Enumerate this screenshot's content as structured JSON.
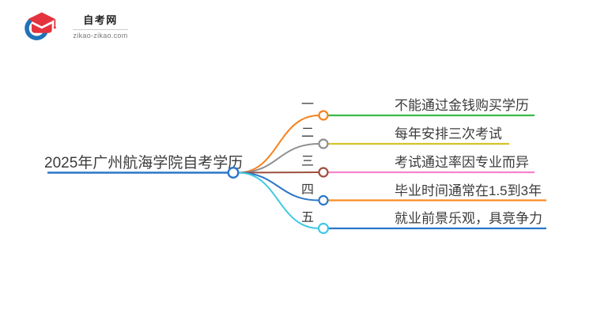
{
  "logo": {
    "title": "自考网",
    "domain": "zikao-zikao.com",
    "crescent_color": "#2173B8",
    "cap_color": "#E4333F"
  },
  "central": {
    "label": "2025年广州航海学院自考学历",
    "color": "#2B77C9",
    "text_color": "#3C3C3C"
  },
  "branches": [
    {
      "index": "一",
      "label": "不能通过金钱购买学历",
      "node_color": "#F6821E",
      "line_color": "#3CB94A"
    },
    {
      "index": "二",
      "label": "每年安排三次考试",
      "node_color": "#8F8F8F",
      "line_color": "#D4C32A"
    },
    {
      "index": "三",
      "label": "考试通过率因专业而异",
      "node_color": "#9C4F3F",
      "line_color": "#F585CB"
    },
    {
      "index": "四",
      "label": "毕业时间通常在1.5到3年",
      "node_color": "#2B77C9",
      "line_color": "#FB8C21"
    },
    {
      "index": "五",
      "label": "就业前景乐观，具竞争力",
      "node_color": "#42C9E2",
      "line_color": "#2B77C9"
    }
  ]
}
